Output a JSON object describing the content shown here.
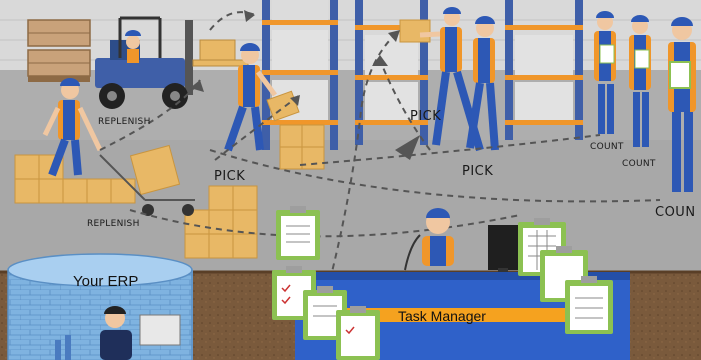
{
  "scene": {
    "labels": {
      "replenish_top": "REPLENISH",
      "replenish_bottom": "REPLENISH",
      "pick_left": "PICK",
      "pick_mid": "PICK",
      "pick_right": "PICK",
      "count_1": "COUNT",
      "count_2": "COUNT",
      "count_3": "COUN"
    },
    "erp_label": "Your ERP",
    "task_manager_label": "Task Manager"
  },
  "colors": {
    "floor": "#a8a8a8",
    "wall": "#d9d9d9",
    "rack_blue": "#3f5fa8",
    "box": "#e8b866",
    "worker_blue": "#2d58b5",
    "vest_orange": "#f0962a",
    "desk_blue": "#2f61c9",
    "stripe_orange": "#f5a21f",
    "clipboard_green": "#8cc152",
    "erp_cylinder": "#7fb3e0",
    "ground_brown": "#7a5a3c"
  }
}
